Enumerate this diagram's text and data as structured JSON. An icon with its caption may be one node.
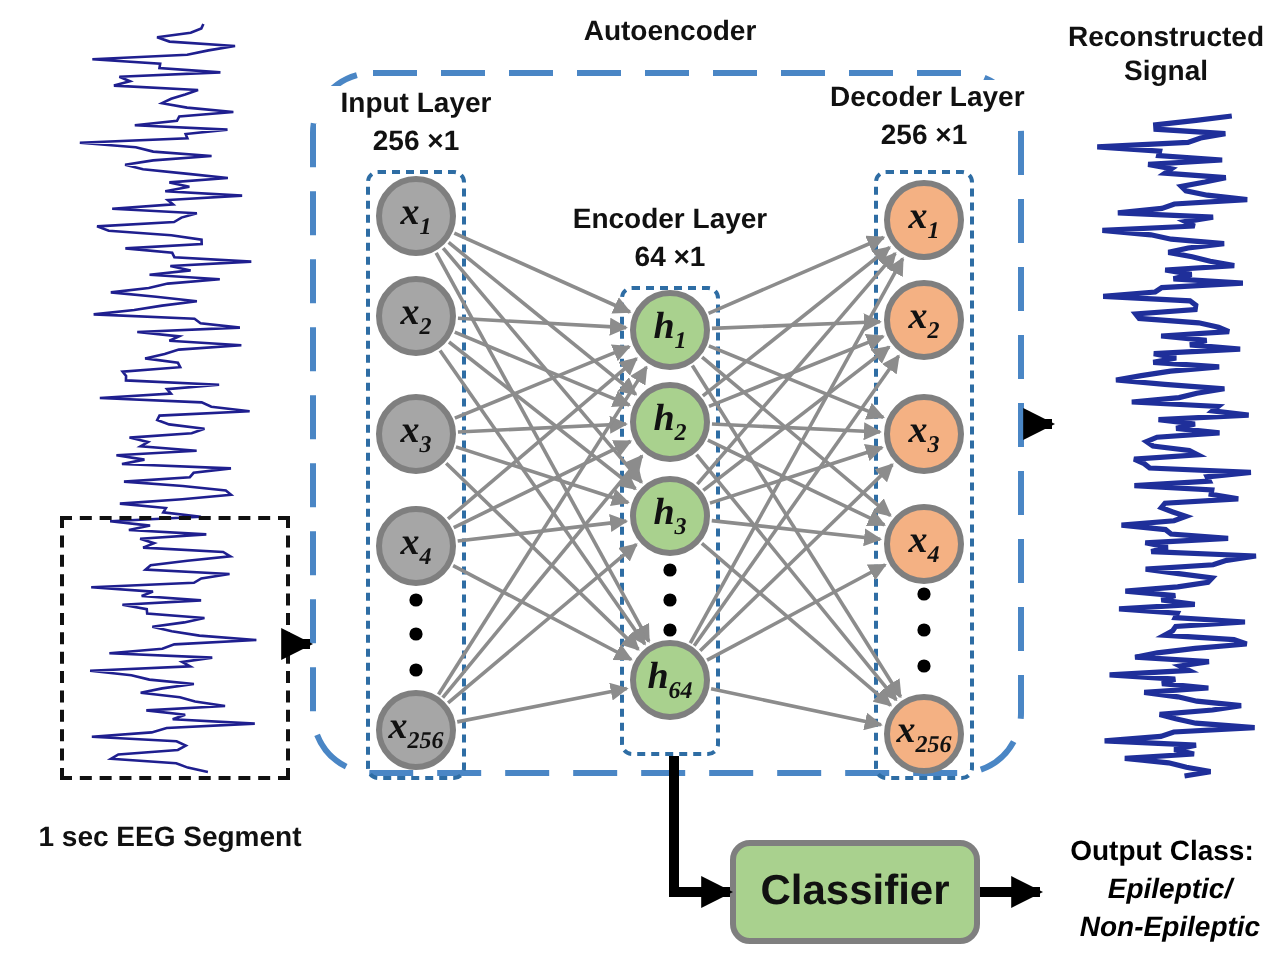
{
  "diagram": {
    "nodes": [
      {
        "text": [
          "Autoencoder"
        ]
      },
      {
        "text": [
          "Input Layer",
          "256 ×1"
        ],
        "in": 0
      },
      {
        "text": [
          "x$_{1}$"
        ],
        "in": 1
      },
      {
        "text": [
          "x$_{2}$"
        ],
        "in": 1
      },
      {
        "text": [
          "x$_{3}$"
        ],
        "in": 1
      },
      {
        "text": [
          "x$_{4}$"
        ],
        "in": 1
      },
      {
        "text": [
          "x$_{256}$"
        ],
        "in": 1
      },
      {
        "text": [
          "Encoder Layer",
          "64 ×1"
        ],
        "in": 0
      },
      {
        "text": [
          "h$_{1}$"
        ],
        "in": 7
      },
      {
        "text": [
          "h$_{2}$"
        ],
        "in": 7
      },
      {
        "text": [
          "h$_{3}$"
        ],
        "in": 7
      },
      {
        "text": [
          "h$_{64}$"
        ],
        "in": 7
      },
      {
        "text": [
          "Decoder Layer",
          "256 ×1"
        ],
        "in": 0
      },
      {
        "text": [
          "x$_{1}$"
        ],
        "in": 12
      },
      {
        "text": [
          "x$_{2}$"
        ],
        "in": 12
      },
      {
        "text": [
          "x$_{3}$"
        ],
        "in": 12
      },
      {
        "text": [
          "x$_{4}$"
        ],
        "in": 12
      },
      {
        "text": [
          "x$_{256}$"
        ],
        "in": 12
      },
      {
        "text": [],
        "shape": "box",
        "beside": [
          "1 sec EEG Segment"
        ]
      },
      {
        "text": [
          "Reconstructed Signal"
        ]
      },
      {
        "text": [
          "Classifier"
        ]
      },
      {
        "text": [
          "Output Class:",
          "Epileptic/ Non-Epileptic"
        ]
      }
    ],
    "edges": [
      {
        "from": 2,
        "to": 8,
        "arrow": "to"
      },
      {
        "from": 2,
        "to": 9,
        "arrow": "to"
      },
      {
        "from": 2,
        "to": 10,
        "arrow": "to"
      },
      {
        "from": 2,
        "to": 11,
        "arrow": "to"
      },
      {
        "from": 3,
        "to": 8,
        "arrow": "to"
      },
      {
        "from": 3,
        "to": 9,
        "arrow": "to"
      },
      {
        "from": 3,
        "to": 10,
        "arrow": "to"
      },
      {
        "from": 3,
        "to": 11,
        "arrow": "to"
      },
      {
        "from": 4,
        "to": 8,
        "arrow": "to"
      },
      {
        "from": 4,
        "to": 9,
        "arrow": "to"
      },
      {
        "from": 4,
        "to": 10,
        "arrow": "to"
      },
      {
        "from": 4,
        "to": 11,
        "arrow": "to"
      },
      {
        "from": 5,
        "to": 8,
        "arrow": "to"
      },
      {
        "from": 5,
        "to": 9,
        "arrow": "to"
      },
      {
        "from": 5,
        "to": 10,
        "arrow": "to"
      },
      {
        "from": 5,
        "to": 11,
        "arrow": "to"
      },
      {
        "from": 6,
        "to": 8,
        "arrow": "to"
      },
      {
        "from": 6,
        "to": 9,
        "arrow": "to"
      },
      {
        "from": 6,
        "to": 10,
        "arrow": "to"
      },
      {
        "from": 6,
        "to": 11,
        "arrow": "to"
      },
      {
        "from": 8,
        "to": 13,
        "arrow": "to"
      },
      {
        "from": 8,
        "to": 14,
        "arrow": "to"
      },
      {
        "from": 8,
        "to": 15,
        "arrow": "to"
      },
      {
        "from": 8,
        "to": 16,
        "arrow": "to"
      },
      {
        "from": 8,
        "to": 17,
        "arrow": "to"
      },
      {
        "from": 9,
        "to": 13,
        "arrow": "to"
      },
      {
        "from": 9,
        "to": 14,
        "arrow": "to"
      },
      {
        "from": 9,
        "to": 15,
        "arrow": "to"
      },
      {
        "from": 9,
        "to": 16,
        "arrow": "to"
      },
      {
        "from": 9,
        "to": 17,
        "arrow": "to"
      },
      {
        "from": 10,
        "to": 13,
        "arrow": "to"
      },
      {
        "from": 10,
        "to": 14,
        "arrow": "to"
      },
      {
        "from": 10,
        "to": 15,
        "arrow": "to"
      },
      {
        "from": 10,
        "to": 16,
        "arrow": "to"
      },
      {
        "from": 10,
        "to": 17,
        "arrow": "to"
      },
      {
        "from": 11,
        "to": 13,
        "arrow": "to"
      },
      {
        "from": 11,
        "to": 14,
        "arrow": "to"
      },
      {
        "from": 11,
        "to": 15,
        "arrow": "to"
      },
      {
        "from": 11,
        "to": 16,
        "arrow": "to"
      },
      {
        "from": 11,
        "to": 17,
        "arrow": "to"
      },
      {
        "from": 18,
        "to": 0,
        "arrow": "to",
        "style": "thick",
        "color": "#000000"
      },
      {
        "from": 0,
        "to": 19,
        "arrow": "to",
        "style": "thick",
        "color": "#000000"
      },
      {
        "from": 7,
        "to": 20,
        "arrow": "to",
        "style": "thick",
        "color": "#000000"
      },
      {
        "from": 20,
        "to": 21,
        "arrow": "to",
        "style": "thick",
        "color": "#000000"
      }
    ]
  }
}
